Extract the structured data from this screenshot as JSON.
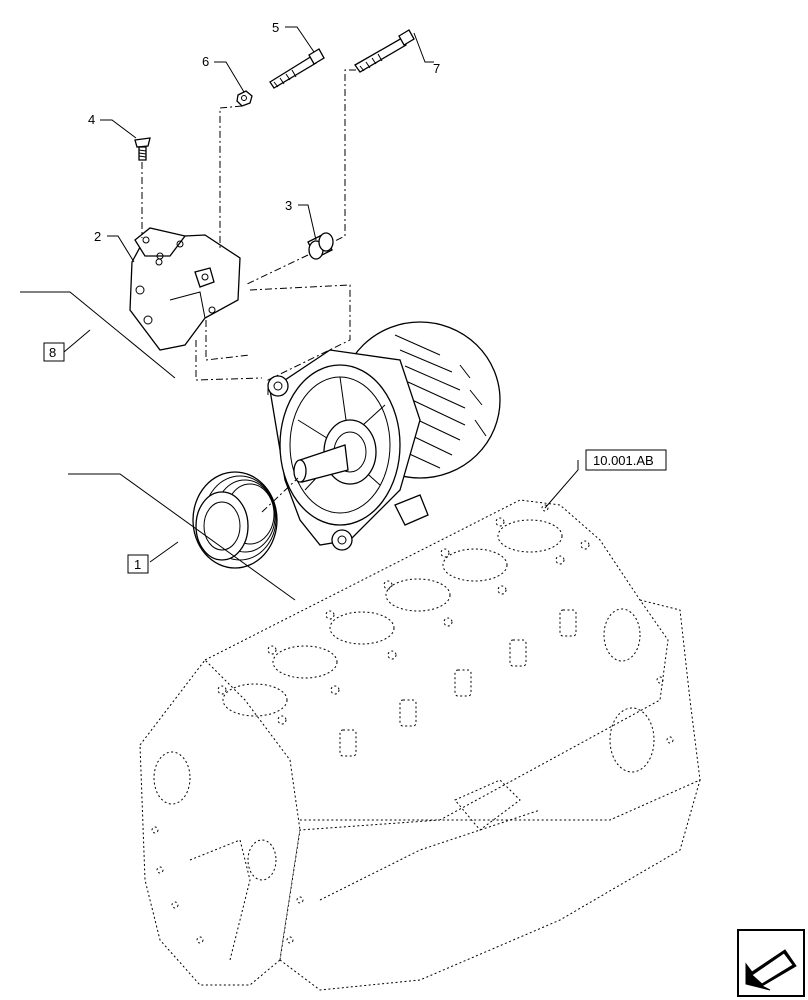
{
  "callouts": {
    "item_1": "1",
    "item_2": "2",
    "item_3": "3",
    "item_4": "4",
    "item_5": "5",
    "item_6": "6",
    "item_7": "7",
    "item_8": "8"
  },
  "reference": "10.001.AB",
  "icons": {
    "nav": "arrow-back-icon"
  }
}
